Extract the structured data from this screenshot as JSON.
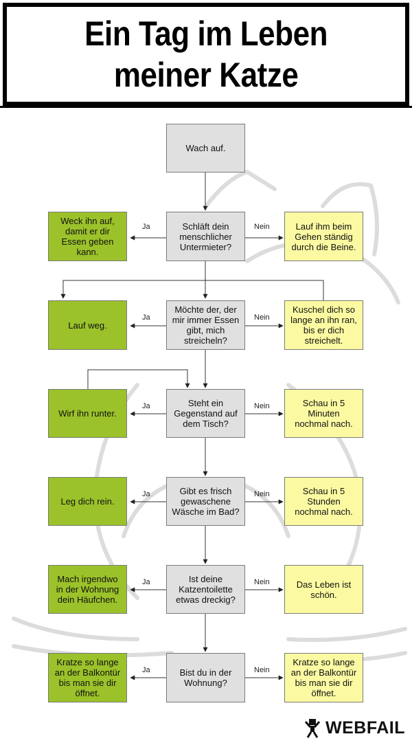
{
  "title": "Ein Tag im Leben\nmeiner Katze",
  "start": "Wach auf.",
  "yes_label": "Ja",
  "no_label": "Nein",
  "rows": [
    {
      "question": "Schläft dein\nmenschlicher\nUntermieter?",
      "yes": "Weck ihn auf,\ndamit er dir\nEssen geben\nkann.",
      "no": "Lauf ihm beim\nGehen ständig\ndurch die Beine."
    },
    {
      "question": "Möchte der, der\nmir immer Essen\ngibt, mich\nstreicheln?",
      "yes": "Lauf weg.",
      "no": "Kuschel dich so\nlange an ihn ran,\nbis er dich\nstreichelt."
    },
    {
      "question": "Steht ein\nGegenstand auf\ndem Tisch?",
      "yes": "Wirf ihn runter.",
      "no": "Schau in 5\nMinuten\nnochmal nach."
    },
    {
      "question": "Gibt es frisch\ngewaschene\nWäsche im Bad?",
      "yes": "Leg dich rein.",
      "no": "Schau in 5\nStunden\nnochmal nach."
    },
    {
      "question": "Ist deine\nKatzentoilette\netwas dreckig?",
      "yes": "Mach irgendwo\nin der Wohnung\ndein Häufchen.",
      "no": "Das Leben ist\nschön."
    },
    {
      "question": "Bist du in der\nWohnung?",
      "yes": "Kratze so lange\nan der Balkontür\nbis man sie dir\nöffnet.",
      "no": "Kratze so lange\nan der Balkontür\nbis man sie dir\nöffnet."
    }
  ],
  "colors": {
    "question": "#e0e0e0",
    "yes": "#9bc22a",
    "no": "#fbfaa2"
  },
  "logo": {
    "icon": "webfail-mascot-icon",
    "text": "WEBFAIL"
  }
}
